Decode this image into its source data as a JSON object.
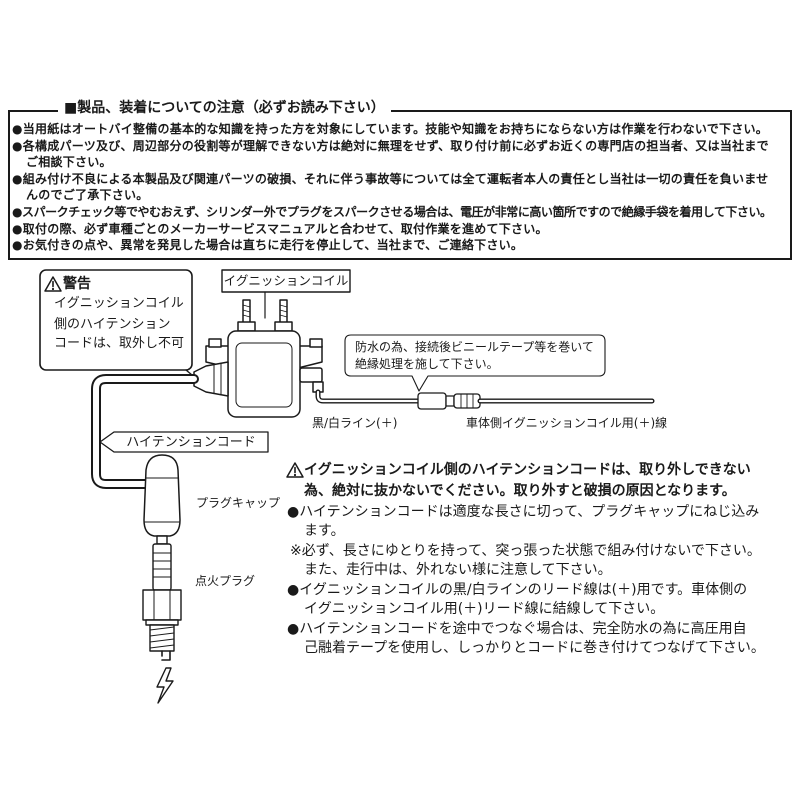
{
  "notice": {
    "title": "■製品、装着についての注意（必ずお読み下さい）",
    "lines": [
      "●当用紙はオートバイ整備の基本的な知識を持った方を対象にしています。技能や知識をお持ちにならない方は作業を行わないで下さい。",
      "●各構成パーツ及び、周辺部分の役割等が理解できない方は絶対に無理をせず、取り付け前に必ずお近くの専門店の担当者、又は当社まで",
      "ご相談下さい。",
      "●組み付け不良による本製品及び関連パーツの破損、それに伴う事故等については全て運転者本人の責任とし当社は一切の責任を負いませ",
      "んのでご了承下さい。",
      "●スパークチェック等でやむおえず、シリンダー外でプラグをスパークさせる場合は、電圧が非常に高い箇所ですので絶縁手袋を着用して下さい。",
      "●取付の際、必ず車種ごとのメーカーサービスマニュアルと合わせて、取付作業を進めて下さい。",
      "●お気付きの点や、異常を発見した場合は直ちに走行を停止して、当社まで、ご連絡下さい。"
    ]
  },
  "diagram": {
    "warning": {
      "heading": "警告",
      "lines": [
        "イグニッションコイル",
        "側のハイテンション",
        "コードは、取外し不可"
      ]
    },
    "coil_label": "イグニッションコイル",
    "waterproof_note": [
      "防水の為、接続後ビニールテープ等を巻いて",
      "絶縁処理を施して下さい。"
    ],
    "lead_label": "黒/白ライン(＋)",
    "vehicle_lead_label": "車体側イグニッションコイル用(＋)線",
    "cord_label": "ハイテンションコード",
    "cap_label": "プラグキャップ",
    "plug_label": "点火プラグ"
  },
  "notes": {
    "warning": [
      "イグニッションコイル側のハイテンションコードは、取り外しできない",
      "為、絶対に抜かないでください。取り外すと破損の原因となります。"
    ],
    "lines": [
      "●ハイテンションコードは適度な長さに切って、プラグキャップにねじ込み",
      "ます。",
      "※必ず、長さにゆとりを持って、突っ張った状態で組み付けないで下さい。",
      "また、走行中は、外れない様に注意して下さい。",
      "●イグニッションコイルの黒/白ラインのリード線は(＋)用です。車体側の",
      "イグニッションコイル用(＋)リード線に結線して下さい。",
      "●ハイテンションコードを途中でつなぐ場合は、完全防水の為に高圧用自",
      "己融着テープを使用し、しっかりとコードに巻き付けてつなげて下さい。"
    ]
  },
  "icons": {
    "warning": "warning-triangle-icon",
    "spark": "lightning-bolt-icon"
  },
  "colors": {
    "ink": "#1a1a1a",
    "background": "#ffffff"
  }
}
